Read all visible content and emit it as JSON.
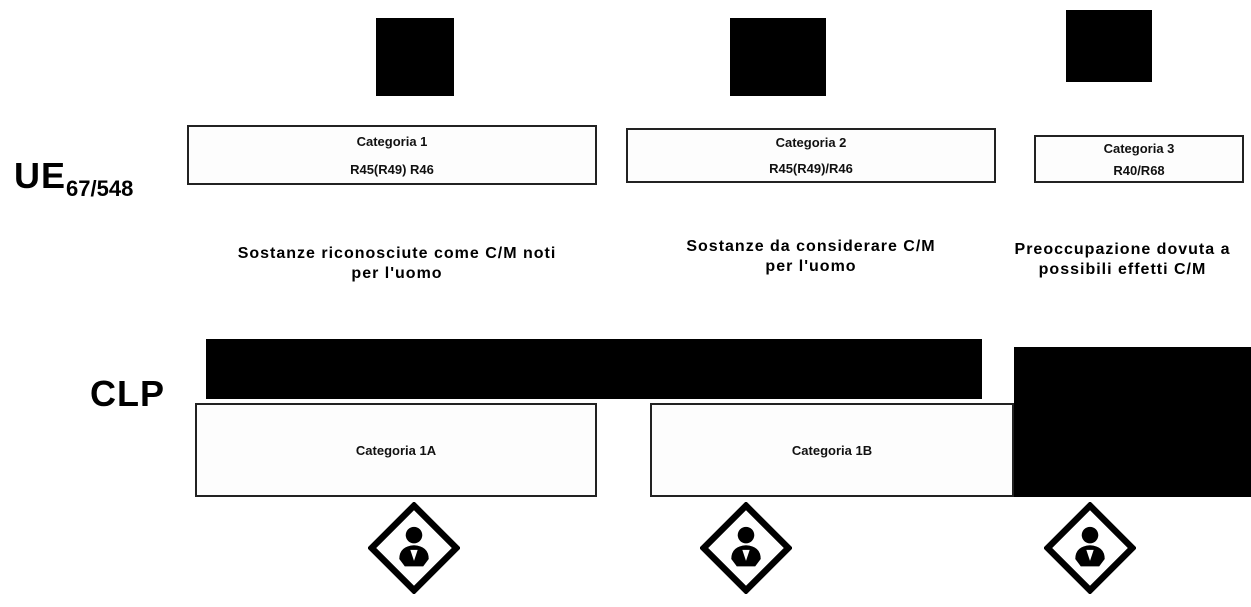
{
  "ue": {
    "label_main": "UE",
    "label_sub": "67/548",
    "categories": [
      {
        "title": "Categoria 1",
        "code": "R45(R49) R46"
      },
      {
        "title": "Categoria 2",
        "code": "R45(R49)/R46"
      },
      {
        "title": "Categoria 3",
        "code": "R40/R68"
      }
    ],
    "descriptions": [
      "Sostanze riconosciute come C/M noti per l'uomo",
      "Sostanze da considerare C/M per l'uomo",
      "Preoccupazione dovuta a possibili effetti C/M"
    ]
  },
  "clp": {
    "label": "CLP",
    "categories": [
      {
        "title": "Categoria 1A"
      },
      {
        "title": "Categoria 1B"
      }
    ]
  },
  "pictogram": {
    "name": "health-hazard-pictogram",
    "count": 3
  }
}
